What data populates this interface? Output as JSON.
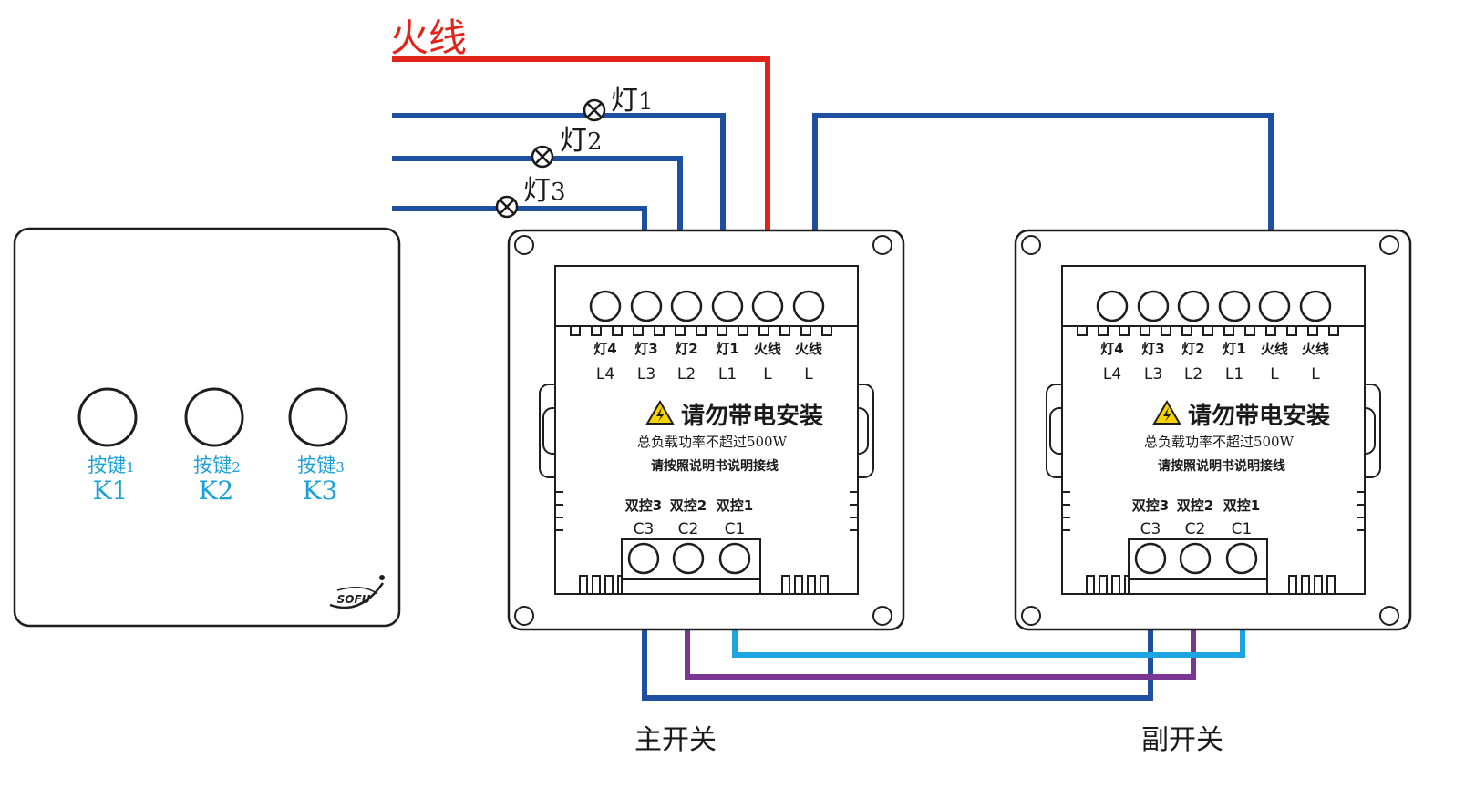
{
  "colors": {
    "live": "#e2231a",
    "load": "#1f4fa0",
    "c1": "#1ea4e0",
    "c2": "#7b3593",
    "c3": "#1f4fa0",
    "panel_label": "#1aa0d8",
    "outline": "#1e1e1e"
  },
  "wires": {
    "live_label": "火线",
    "lamps": [
      {
        "name": "灯",
        "num": "1"
      },
      {
        "name": "灯",
        "num": "2"
      },
      {
        "name": "灯",
        "num": "3"
      }
    ]
  },
  "panel": {
    "logo_text": "SOFU",
    "buttons": [
      {
        "label": "按键",
        "num": "1",
        "code": "K1"
      },
      {
        "label": "按键",
        "num": "2",
        "code": "K2"
      },
      {
        "label": "按键",
        "num": "3",
        "code": "K3"
      }
    ]
  },
  "modules": [
    {
      "caption": "主开关",
      "top_terminals": [
        {
          "cn": "灯4",
          "code": "L4"
        },
        {
          "cn": "灯3",
          "code": "L3"
        },
        {
          "cn": "灯2",
          "code": "L2"
        },
        {
          "cn": "灯1",
          "code": "L1"
        },
        {
          "cn": "火线",
          "code": "L"
        },
        {
          "cn": "火线",
          "code": "L"
        }
      ],
      "warning_title": "请勿带电安装",
      "warning_load": "总负载功率不超过500W",
      "warning_note": "请按照说明书说明接线",
      "bottom_terminals": [
        {
          "cn": "双控3",
          "code": "C3"
        },
        {
          "cn": "双控2",
          "code": "C2"
        },
        {
          "cn": "双控1",
          "code": "C1"
        }
      ]
    },
    {
      "caption": "副开关",
      "top_terminals": [
        {
          "cn": "灯4",
          "code": "L4"
        },
        {
          "cn": "灯3",
          "code": "L3"
        },
        {
          "cn": "灯2",
          "code": "L2"
        },
        {
          "cn": "灯1",
          "code": "L1"
        },
        {
          "cn": "火线",
          "code": "L"
        },
        {
          "cn": "火线",
          "code": "L"
        }
      ],
      "warning_title": "请勿带电安装",
      "warning_load": "总负载功率不超过500W",
      "warning_note": "请按照说明书说明接线",
      "bottom_terminals": [
        {
          "cn": "双控3",
          "code": "C3"
        },
        {
          "cn": "双控2",
          "code": "C2"
        },
        {
          "cn": "双控1",
          "code": "C1"
        }
      ]
    }
  ]
}
